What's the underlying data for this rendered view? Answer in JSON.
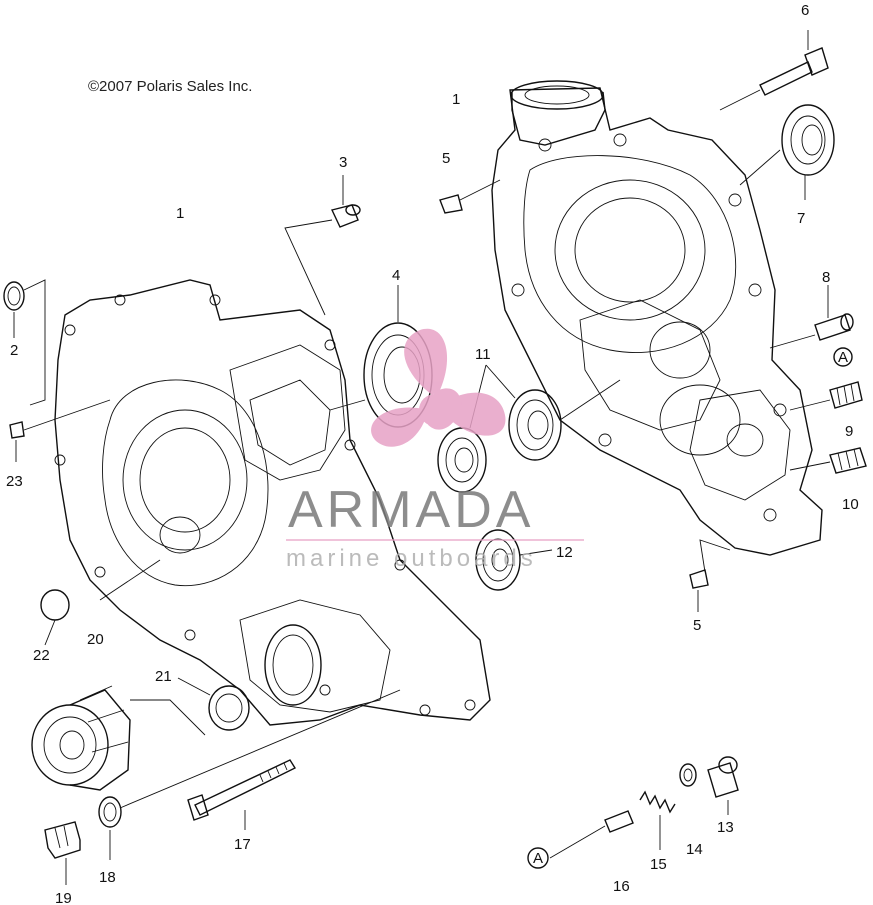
{
  "copyright": "©2007 Polaris Sales Inc.",
  "watermark": {
    "brand": "ARMADA",
    "tagline": "marine outboards",
    "colors": {
      "logo": "#e7a2c6",
      "text": "#7a7a7a"
    }
  },
  "callouts": [
    {
      "id": "c6",
      "text": "6"
    },
    {
      "id": "c1a",
      "text": "1"
    },
    {
      "id": "c5a",
      "text": "5"
    },
    {
      "id": "c3",
      "text": "3"
    },
    {
      "id": "c1b",
      "text": "1"
    },
    {
      "id": "c7",
      "text": "7"
    },
    {
      "id": "c2",
      "text": "2"
    },
    {
      "id": "c4",
      "text": "4"
    },
    {
      "id": "c8",
      "text": "8"
    },
    {
      "id": "cA1",
      "text": "A"
    },
    {
      "id": "c11",
      "text": "11"
    },
    {
      "id": "c23",
      "text": "23"
    },
    {
      "id": "c9",
      "text": "9"
    },
    {
      "id": "c10",
      "text": "10"
    },
    {
      "id": "c12",
      "text": "12"
    },
    {
      "id": "c5b",
      "text": "5"
    },
    {
      "id": "c22",
      "text": "22"
    },
    {
      "id": "c20",
      "text": "20"
    },
    {
      "id": "c21",
      "text": "21"
    },
    {
      "id": "c13",
      "text": "13"
    },
    {
      "id": "c17",
      "text": "17"
    },
    {
      "id": "c14",
      "text": "14"
    },
    {
      "id": "c15",
      "text": "15"
    },
    {
      "id": "cA2",
      "text": "A"
    },
    {
      "id": "c18",
      "text": "18"
    },
    {
      "id": "c16",
      "text": "16"
    },
    {
      "id": "c19",
      "text": "19"
    }
  ]
}
